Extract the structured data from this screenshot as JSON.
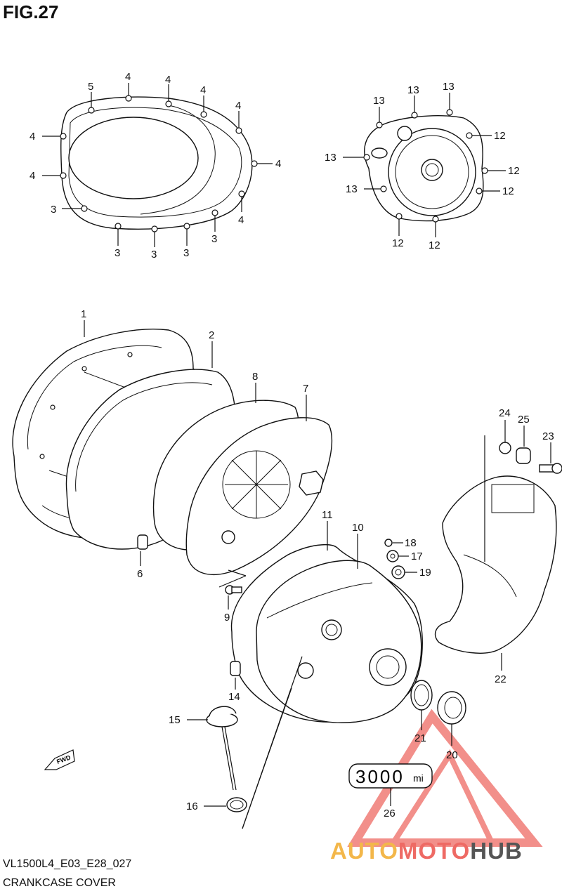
{
  "figure": {
    "title": "FIG.27",
    "code": "VL1500L4_E03_E28_027",
    "name": "CRANKCASE COVER",
    "label_plate": "3000",
    "label_plate_unit": "mi",
    "fwd_marker": "FWD"
  },
  "callouts": [
    {
      "id": "c-4a",
      "text": "4"
    },
    {
      "id": "c-4b",
      "text": "4"
    },
    {
      "id": "c-4c",
      "text": "4"
    },
    {
      "id": "c-4d",
      "text": "4"
    },
    {
      "id": "c-4e",
      "text": "4"
    },
    {
      "id": "c-4f",
      "text": "4"
    },
    {
      "id": "c-4g",
      "text": "4"
    },
    {
      "id": "c-4h",
      "text": "4"
    },
    {
      "id": "c-5",
      "text": "5"
    },
    {
      "id": "c-3a",
      "text": "3"
    },
    {
      "id": "c-3b",
      "text": "3"
    },
    {
      "id": "c-3c",
      "text": "3"
    },
    {
      "id": "c-3d",
      "text": "3"
    },
    {
      "id": "c-3e",
      "text": "3"
    },
    {
      "id": "c-13a",
      "text": "13"
    },
    {
      "id": "c-13b",
      "text": "13"
    },
    {
      "id": "c-13c",
      "text": "13"
    },
    {
      "id": "c-13d",
      "text": "13"
    },
    {
      "id": "c-13e",
      "text": "13"
    },
    {
      "id": "c-12a",
      "text": "12"
    },
    {
      "id": "c-12b",
      "text": "12"
    },
    {
      "id": "c-12c",
      "text": "12"
    },
    {
      "id": "c-12d",
      "text": "12"
    },
    {
      "id": "c-12e",
      "text": "12"
    },
    {
      "id": "c-1",
      "text": "1"
    },
    {
      "id": "c-2",
      "text": "2"
    },
    {
      "id": "c-8",
      "text": "8"
    },
    {
      "id": "c-7",
      "text": "7"
    },
    {
      "id": "c-6",
      "text": "6"
    },
    {
      "id": "c-9",
      "text": "9"
    },
    {
      "id": "c-11",
      "text": "11"
    },
    {
      "id": "c-10",
      "text": "10"
    },
    {
      "id": "c-18",
      "text": "18"
    },
    {
      "id": "c-17",
      "text": "17"
    },
    {
      "id": "c-19",
      "text": "19"
    },
    {
      "id": "c-24",
      "text": "24"
    },
    {
      "id": "c-25",
      "text": "25"
    },
    {
      "id": "c-23",
      "text": "23"
    },
    {
      "id": "c-22",
      "text": "22"
    },
    {
      "id": "c-14",
      "text": "14"
    },
    {
      "id": "c-15",
      "text": "15"
    },
    {
      "id": "c-16",
      "text": "16"
    },
    {
      "id": "c-21",
      "text": "21"
    },
    {
      "id": "c-20",
      "text": "20"
    },
    {
      "id": "c-26",
      "text": "26"
    }
  ],
  "watermark": {
    "part1": "AUTO",
    "part2": "MOTO",
    "part3": "HUB"
  },
  "colors": {
    "line": "#111111",
    "watermark_red": "#ee6a64",
    "watermark_orange": "#f3b74a",
    "watermark_grey": "#555555"
  }
}
